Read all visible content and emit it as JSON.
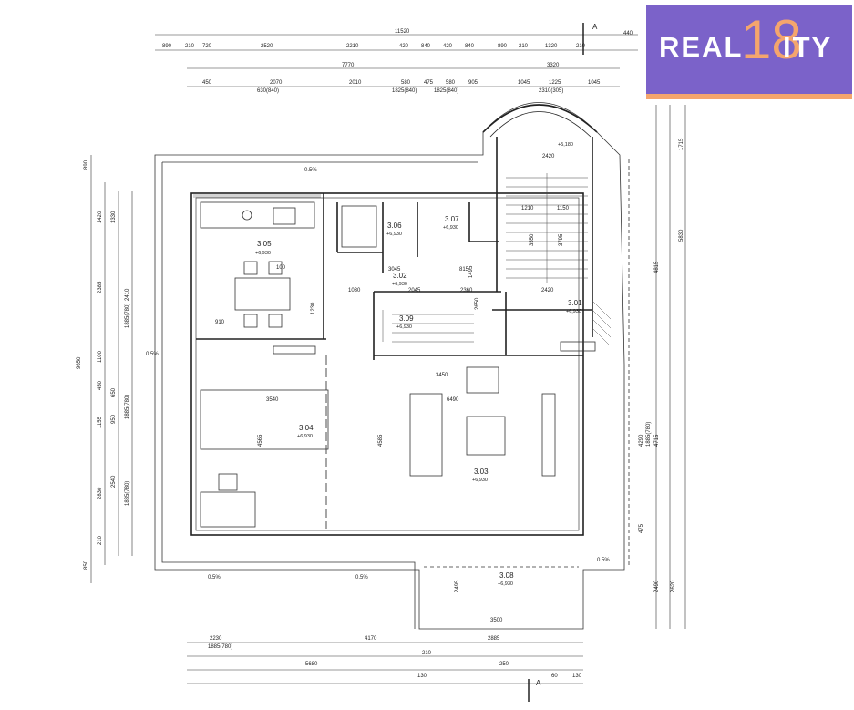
{
  "logo": {
    "word_left": "REAL",
    "number": "18",
    "word_right": "ITY",
    "bg_color": "#7b62c9",
    "accent_color": "#f4a56d"
  },
  "section_marker": "A",
  "rooms": [
    {
      "id": "r305",
      "label": "3.05",
      "level": "+6,930"
    },
    {
      "id": "r306",
      "label": "3.06",
      "level": "+6,930"
    },
    {
      "id": "r307",
      "label": "3.07",
      "level": "+6,930"
    },
    {
      "id": "r302",
      "label": "3.02",
      "level": "+6,930"
    },
    {
      "id": "r309",
      "label": "3.09",
      "level": "+6,930"
    },
    {
      "id": "r301",
      "label": "3.01",
      "level": "+6,930"
    },
    {
      "id": "r304",
      "label": "3.04",
      "level": "+6,930"
    },
    {
      "id": "r303",
      "label": "3.03",
      "level": "+6,930"
    },
    {
      "id": "r308",
      "label": "3.08",
      "level": "+6,930"
    }
  ],
  "stair_level": "+5,180",
  "slopes": [
    "0.5%",
    "0.5%",
    "0.5%",
    "0.5%",
    "0.5%"
  ],
  "dimensions": {
    "top_total": "11520",
    "top_row1": [
      "890",
      "210",
      "720",
      "2520",
      "2210",
      "420",
      "840",
      "420",
      "840",
      "890",
      "210",
      "1320",
      "210",
      "440"
    ],
    "top_row2": "7770",
    "top_row2b": "3320",
    "top_row3": [
      "450",
      "2070",
      "2010",
      "580",
      "475",
      "580",
      "905",
      "1045",
      "1225",
      "1045"
    ],
    "top_row3_sub": [
      "630(840)",
      "1825(840)",
      "1825(840)",
      "2310(305)"
    ],
    "left_total": "9650",
    "left_row": [
      "890",
      "1420",
      "1330",
      "2385",
      "1100",
      "450",
      "650",
      "950",
      "1155",
      "2540",
      "2830",
      "210",
      "850"
    ],
    "left_sub": [
      "2410",
      "1885(780)",
      "1885(780)",
      "1885(780)"
    ],
    "right_vals": [
      "1715",
      "4815",
      "5830",
      "4290",
      "1885(780)",
      "4715",
      "475",
      "2490",
      "2620"
    ],
    "bottom_vals": [
      "2230",
      "1885(780)",
      "4170",
      "5680",
      "130",
      "210",
      "2885",
      "250",
      "60",
      "130"
    ],
    "interior": [
      "3540",
      "3450",
      "6490",
      "4565",
      "4585",
      "1030",
      "2045",
      "2360",
      "2420",
      "2420",
      "1210",
      "1150",
      "3045",
      "815",
      "1495",
      "2650",
      "3500",
      "2495",
      "910",
      "1230",
      "3795",
      "3550",
      "100"
    ]
  }
}
